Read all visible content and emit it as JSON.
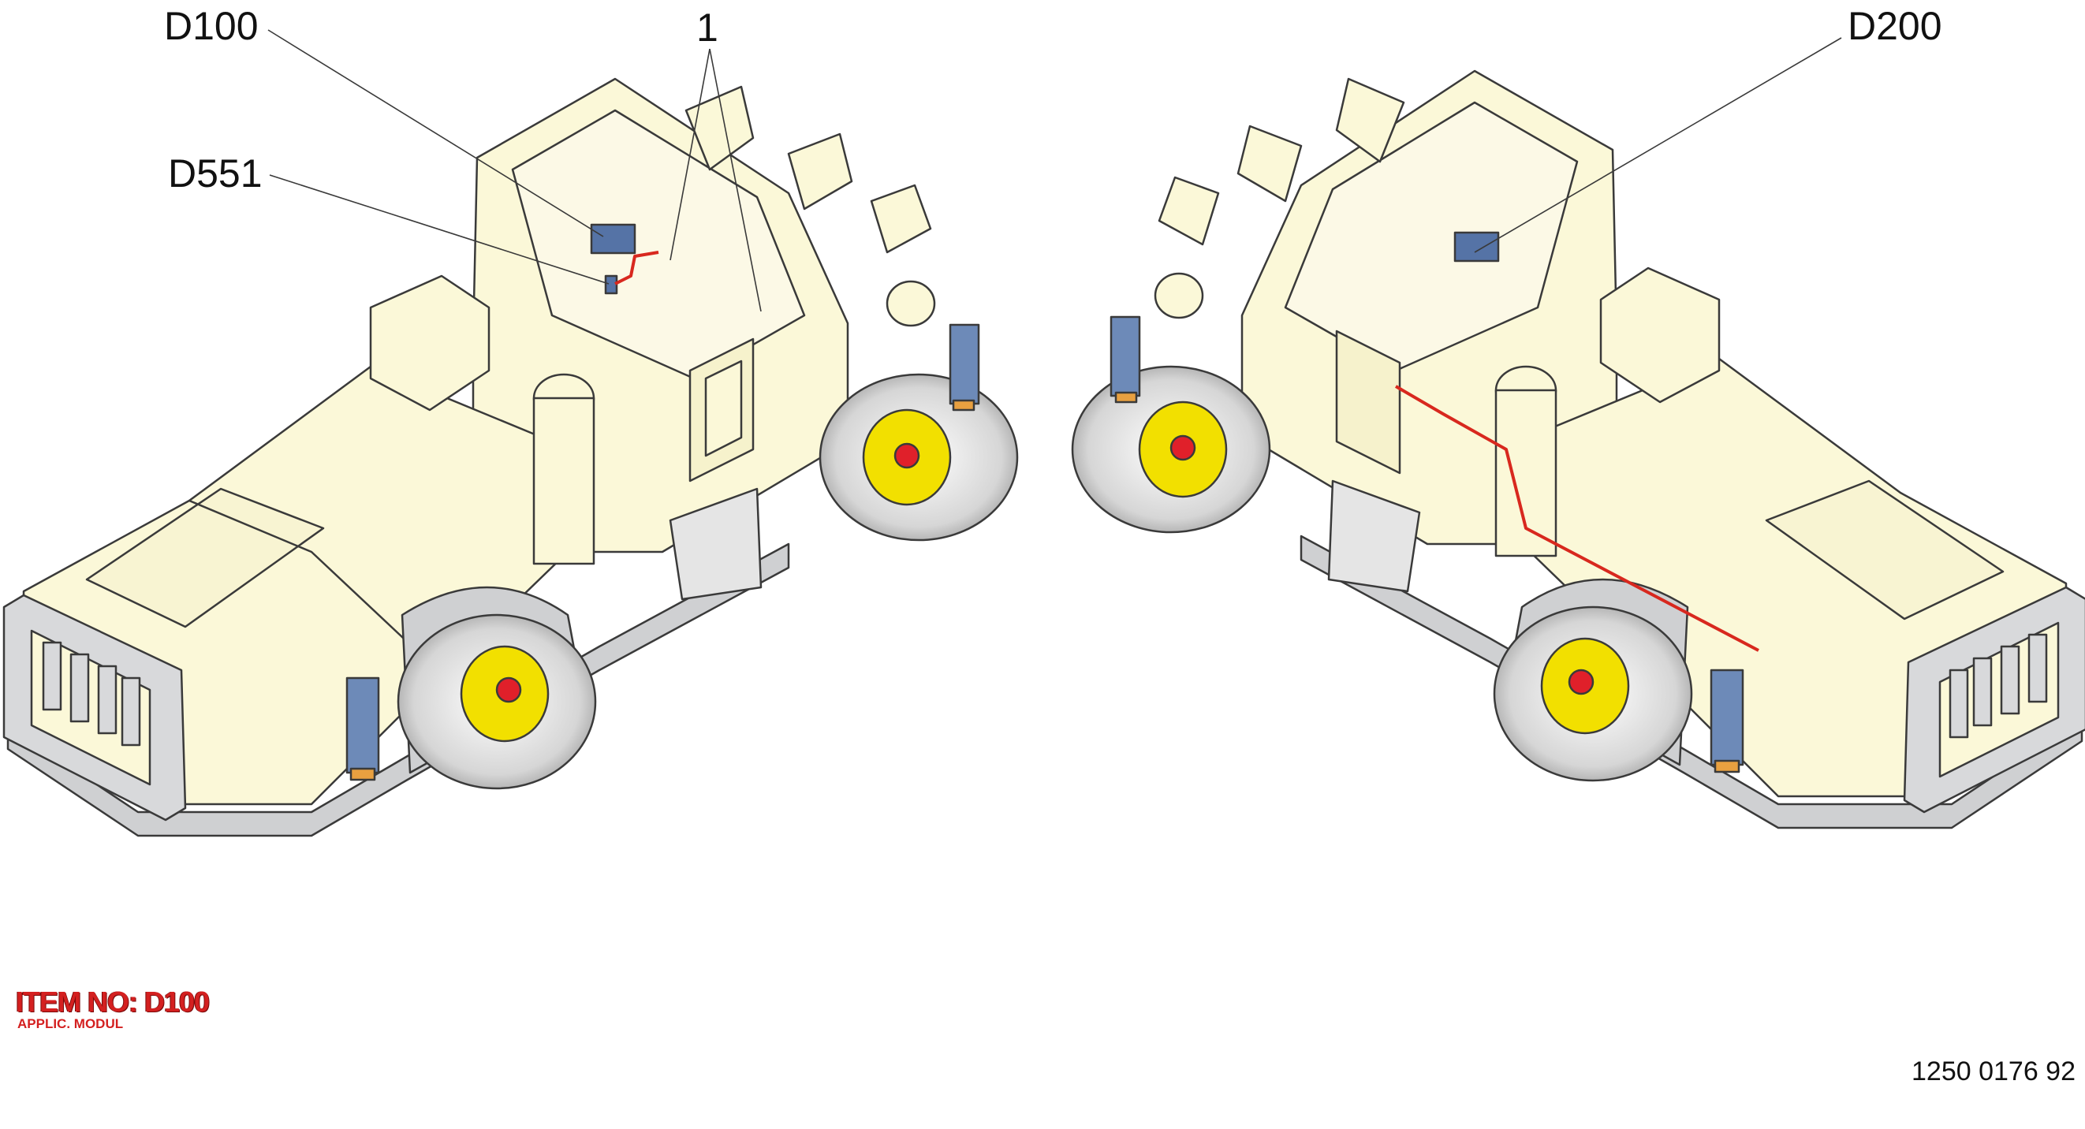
{
  "callouts": {
    "d100": "D100",
    "d551": "D551",
    "item1": "1",
    "d200": "D200"
  },
  "item_block": {
    "item_no": "ITEM NO: D100",
    "applic": "APPLIC. MODUL"
  },
  "drawing_number": "1250 0176 92",
  "colors": {
    "body": "#fbf8d8",
    "outline": "#3a3a3a",
    "chassis": "#cfd0d2",
    "tire": "#d9d9d9",
    "hub": "#f2e000",
    "hub_center": "#e0202a",
    "module": "#5573a6",
    "cable": "#d8281e",
    "jack": "#6d8ab8",
    "jack_base": "#e8a040",
    "label_red": "#d42020"
  },
  "icons": {
    "vehicle_left": "airport-tow-tractor-left-view",
    "vehicle_right": "airport-tow-tractor-right-view",
    "module": "control-module-icon"
  }
}
